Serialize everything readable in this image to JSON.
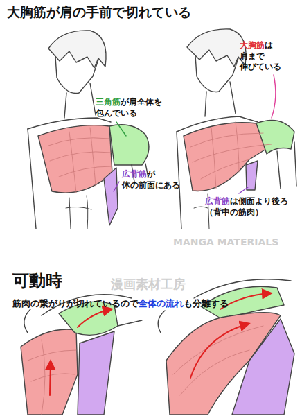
{
  "diagram": {
    "title": "大胸筋が肩の手前で切れている",
    "labels": [
      "三角筋",
      "が肩全体を",
      "包んでいる",
      "広背筋",
      "が",
      "体の前面にある",
      "大胸筋",
      "は",
      "肩まで",
      "伸びている",
      "広背筋",
      "は側面より後ろ",
      "（背中の筋肉）",
      "可動時",
      "筋肉の繋がりが切れているので",
      "全体の流れ",
      "も分離する",
      "漫画素材工房",
      "MANGA MATERIALS"
    ]
  }
}
